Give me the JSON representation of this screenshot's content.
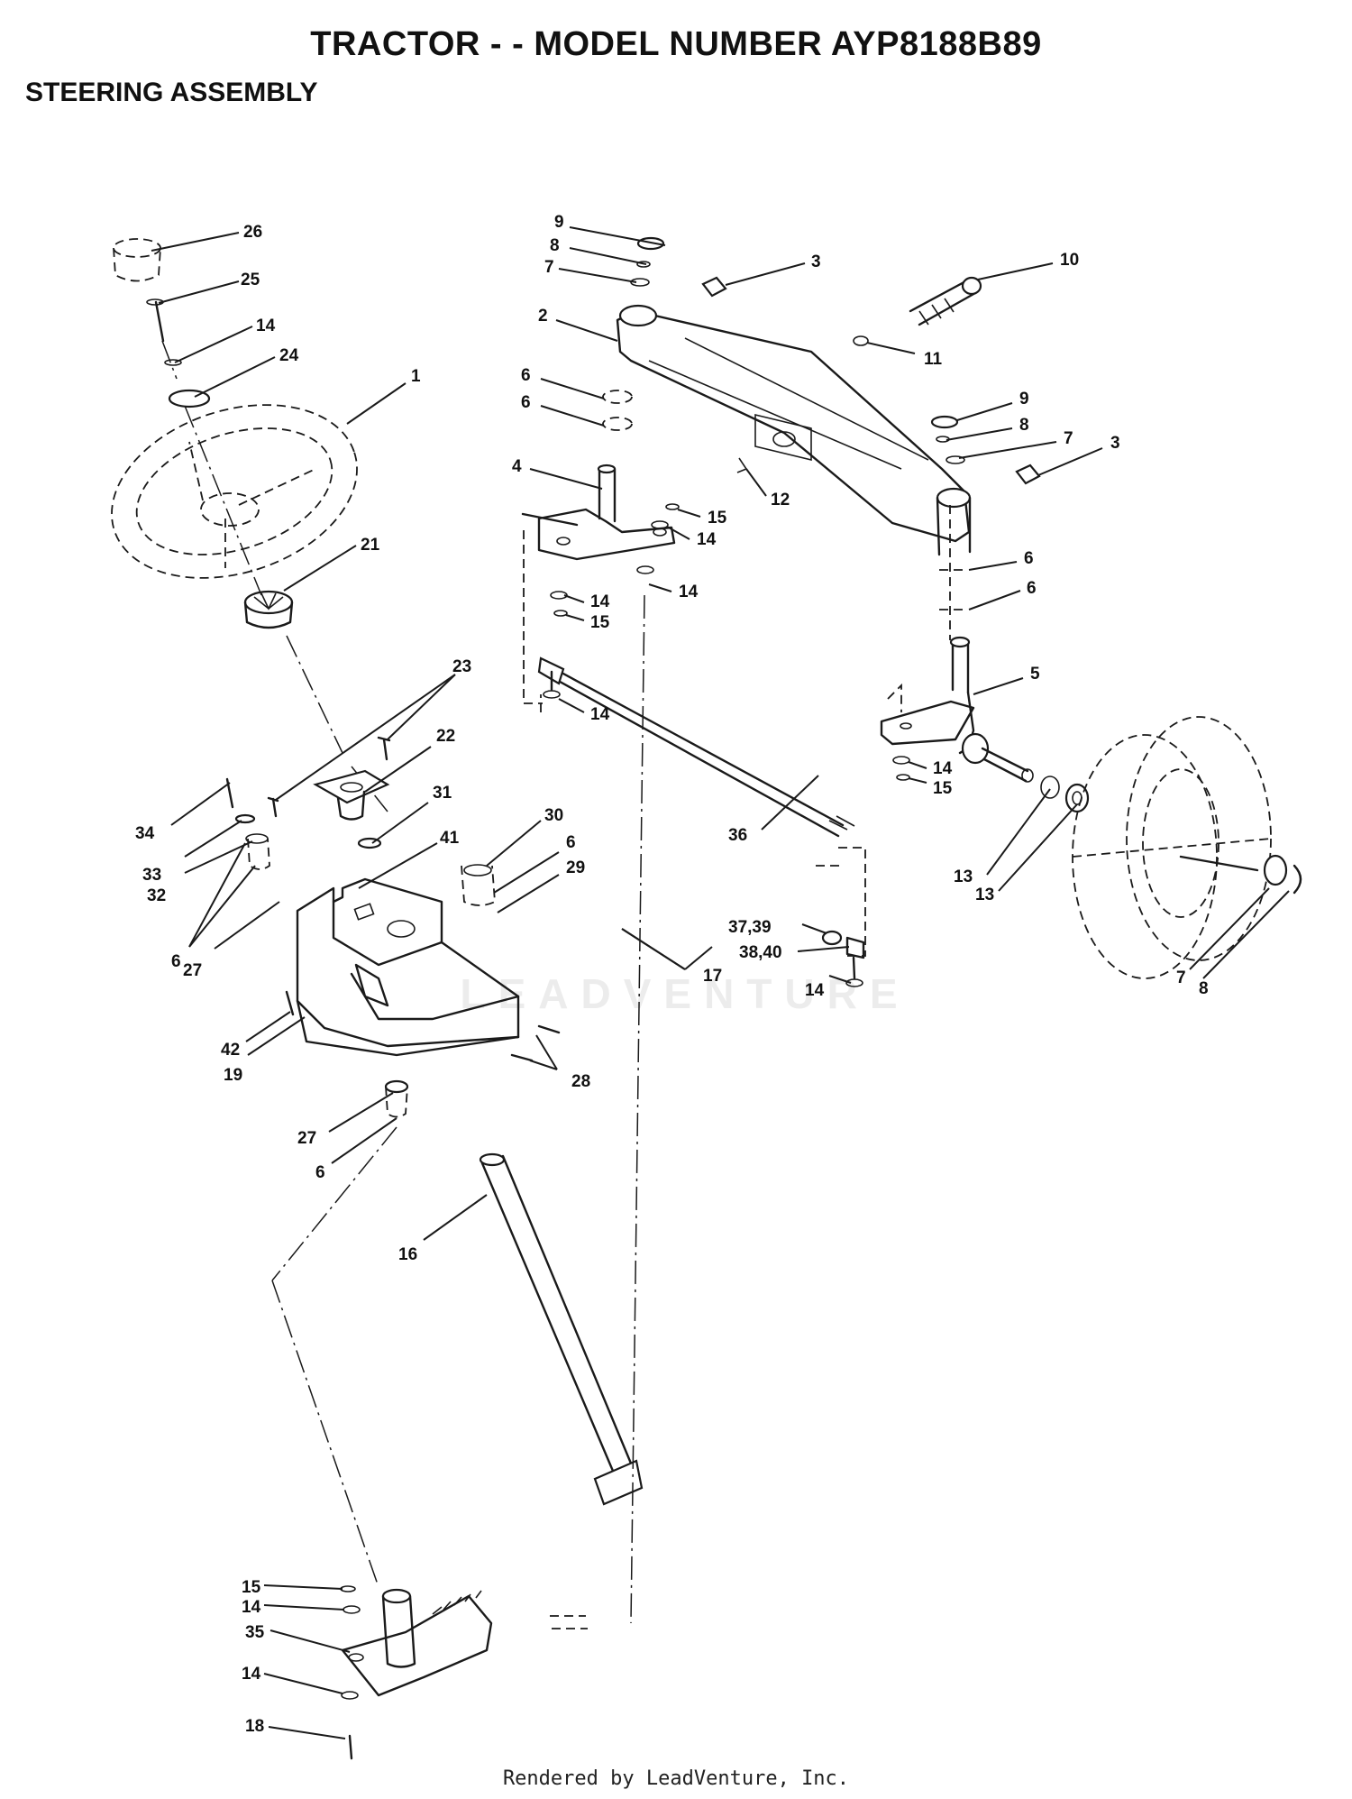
{
  "header": {
    "title": "TRACTOR - - MODEL NUMBER AYP8188B89",
    "section": "STEERING ASSEMBLY"
  },
  "watermark": "LEADVENTURE",
  "footer": "Rendered by LeadVenture, Inc.",
  "callouts": [
    "26",
    "25",
    "14",
    "24",
    "1",
    "21",
    "23",
    "22",
    "34",
    "33",
    "32",
    "6",
    "27",
    "31",
    "41",
    "30",
    "6",
    "29",
    "42",
    "19",
    "28",
    "27",
    "6",
    "16",
    "9",
    "8",
    "7",
    "3",
    "10",
    "2",
    "11",
    "6",
    "6",
    "4",
    "15",
    "14",
    "14",
    "14",
    "15",
    "12",
    "9",
    "8",
    "7",
    "3",
    "6",
    "6",
    "14",
    "5",
    "14",
    "15",
    "13",
    "13",
    "36",
    "37,39",
    "38,40",
    "14",
    "17",
    "7",
    "8",
    "15",
    "14",
    "35",
    "14",
    "18"
  ]
}
